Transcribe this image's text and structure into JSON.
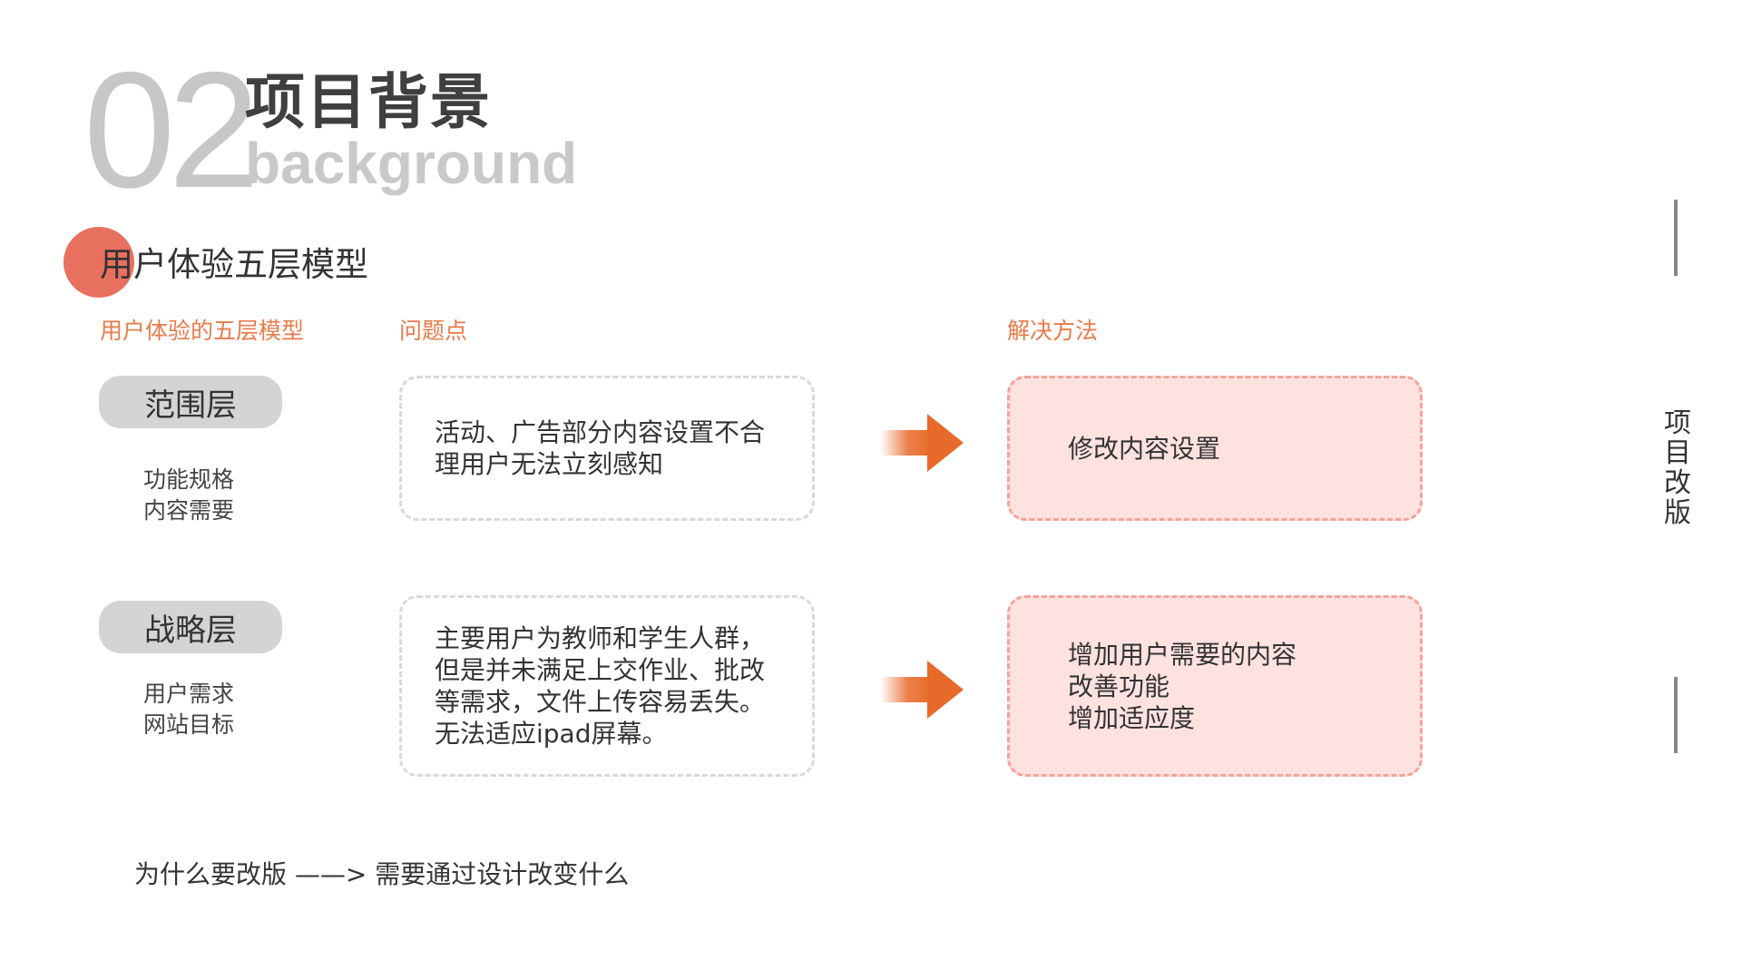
{
  "header": {
    "number": "02",
    "title_cn": "项目背景",
    "title_en": "background"
  },
  "section": {
    "heading": "用户体验五层模型"
  },
  "columns": {
    "model": "用户体验的五层模型",
    "problem": "问题点",
    "solution": "解决方法"
  },
  "layers": [
    {
      "name": "范围层",
      "desc": [
        "功能规格",
        "内容需要"
      ],
      "problem": [
        "活动、广告部分内容设置不合",
        "理用户无法立刻感知"
      ],
      "solution": [
        "修改内容设置"
      ]
    },
    {
      "name": "战略层",
      "desc": [
        "用户需求",
        "网站目标"
      ],
      "problem": [
        "主要用户为教师和学生人群，",
        "但是并未满足上交作业、批改",
        "等需求，文件上传容易丢失。",
        "无法适应ipad屏幕。"
      ],
      "solution": [
        "增加用户需要的内容",
        "改善功能",
        "增加适应度"
      ]
    }
  ],
  "footer": {
    "text": "为什么要改版 ——> 需要通过设计改变什么"
  },
  "side": {
    "vertical_label": "项目改版"
  },
  "colors": {
    "accent_orange": "#e86a2a",
    "dot_red": "#e8705f",
    "solution_fill": "#fde2e0",
    "solution_border": "#f4a39a",
    "pill_gray": "#d4d4d4"
  },
  "icons": {
    "arrow": "right-arrow-icon"
  }
}
